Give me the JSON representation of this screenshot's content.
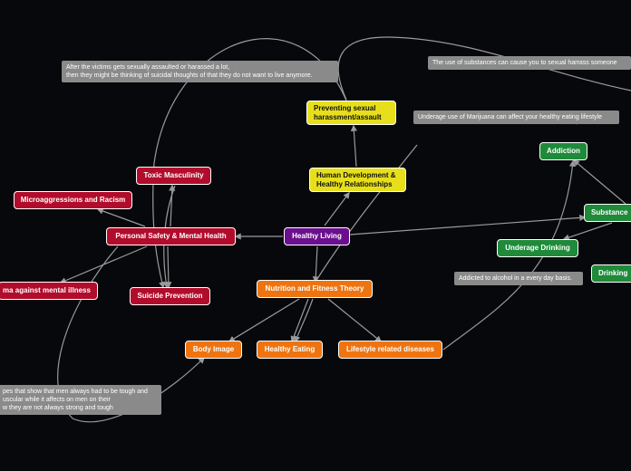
{
  "central": "Healthy Living",
  "personal_safety": {
    "title": "Personal Safety & Mental Health",
    "toxic_masculinity": "Toxic Masculinity",
    "microaggressions": "Microaggressions and Racism",
    "stigma": "ma against mental illness",
    "suicide_prevention": "Suicide Prevention"
  },
  "development": {
    "title_line1": "Human Development &",
    "title_line2": "Healthy Relationships",
    "preventing_line1": "Preventing sexual",
    "preventing_line2": "harassment/assault"
  },
  "nutrition": {
    "title": "Nutrition and Fitness Theory",
    "body_image": "Body Image",
    "healthy_eating": "Healthy Eating",
    "lifestyle": "Lifestyle related diseases"
  },
  "substance": {
    "addiction": "Addiction",
    "substance": "Substance",
    "underage_drinking": "Underage Drinking",
    "drinking": "Drinking"
  },
  "notes": {
    "suicidal_line1": "After the victims gets sexually assaulted or harassed a lot,",
    "suicidal_line2": "then they might be thinking of suicidal thoughts of that they do not want to live anymore.",
    "substances_harass": "The use of substances can cause you to sexual harrass someone",
    "marijuana": "Underage use of Marijuana can affect your healthy eating lifestyle",
    "alcohol": "Addicted to alcohol in a every day basis.",
    "stereotype_line1": "pes that show that men always had to be tough and",
    "stereotype_line2": "uscular while it affects on men on their",
    "stereotype_line3": "w they are not always strong and tough"
  },
  "colors": {
    "background": "#07080b",
    "personal_safety": "#b10c2b",
    "central": "#6a0f8e",
    "development": "#e7df1c",
    "nutrition": "#ee7411",
    "substance": "#1f8a3a",
    "note": "#8a8a8a",
    "connector": "#9a9a9a"
  }
}
